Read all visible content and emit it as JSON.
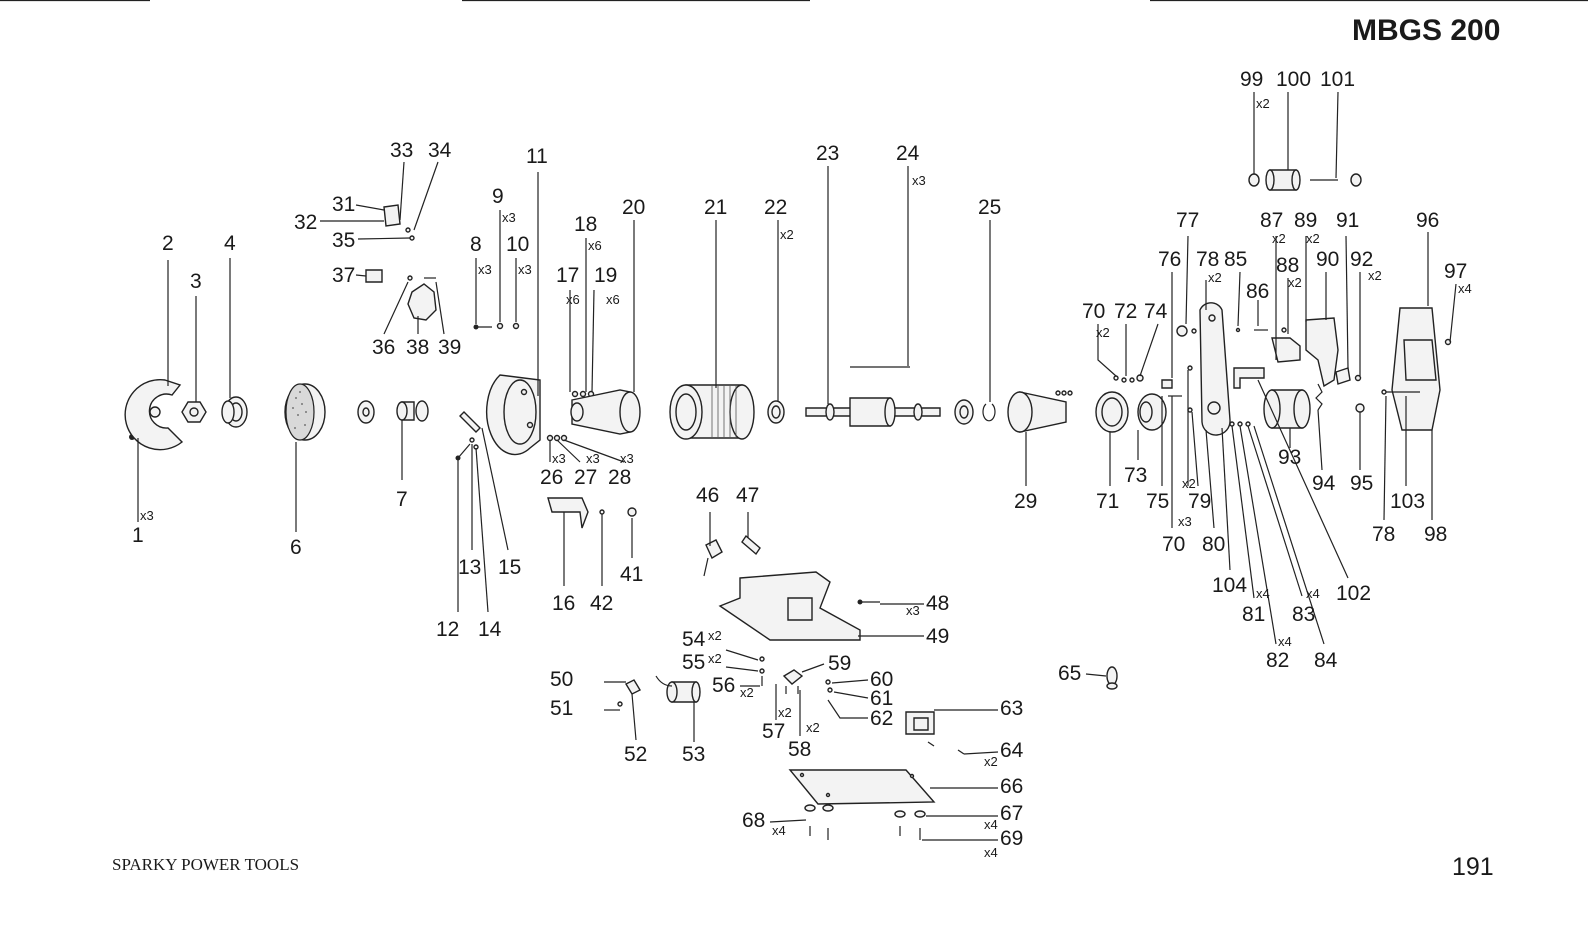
{
  "header": {
    "model": "MBGS 200"
  },
  "footer": {
    "brand": "SPARKY POWER TOOLS",
    "page_number": "191"
  },
  "labels": {
    "1": "1",
    "2": "2",
    "3": "3",
    "4": "4",
    "6": "6",
    "7": "7",
    "8": "8",
    "9": "9",
    "10": "10",
    "11": "11",
    "12": "12",
    "13": "13",
    "14": "14",
    "15": "15",
    "16": "16",
    "17": "17",
    "18": "18",
    "19": "19",
    "20": "20",
    "21": "21",
    "22": "22",
    "23": "23",
    "24": "24",
    "25": "25",
    "26": "26",
    "27": "27",
    "28": "28",
    "29": "29",
    "31": "31",
    "32": "32",
    "33": "33",
    "34": "34",
    "35": "35",
    "36": "36",
    "37": "37",
    "38": "38",
    "39": "39",
    "41": "41",
    "42": "42",
    "46": "46",
    "47": "47",
    "48": "48",
    "49": "49",
    "50": "50",
    "51": "51",
    "52": "52",
    "53": "53",
    "54": "54",
    "55": "55",
    "56": "56",
    "57": "57",
    "58": "58",
    "59": "59",
    "60": "60",
    "61": "61",
    "62": "62",
    "63": "63",
    "64": "64",
    "65": "65",
    "66": "66",
    "67": "67",
    "68": "68",
    "69": "69",
    "70": "70",
    "71": "71",
    "72": "72",
    "73": "73",
    "74": "74",
    "75": "75",
    "76": "76",
    "77": "77",
    "78": "78",
    "79": "79",
    "80": "80",
    "81": "81",
    "82": "82",
    "83": "83",
    "84": "84",
    "85": "85",
    "86": "86",
    "87": "87",
    "88": "88",
    "89": "89",
    "90": "90",
    "91": "91",
    "92": "92",
    "93": "93",
    "94": "94",
    "95": "95",
    "96": "96",
    "97": "97",
    "98": "98",
    "99": "99",
    "100": "100",
    "101": "101",
    "102": "102",
    "103": "103",
    "104": "104"
  },
  "quantities": {
    "x2": "x2",
    "x3": "x3",
    "x4": "x4",
    "x6": "x6"
  }
}
